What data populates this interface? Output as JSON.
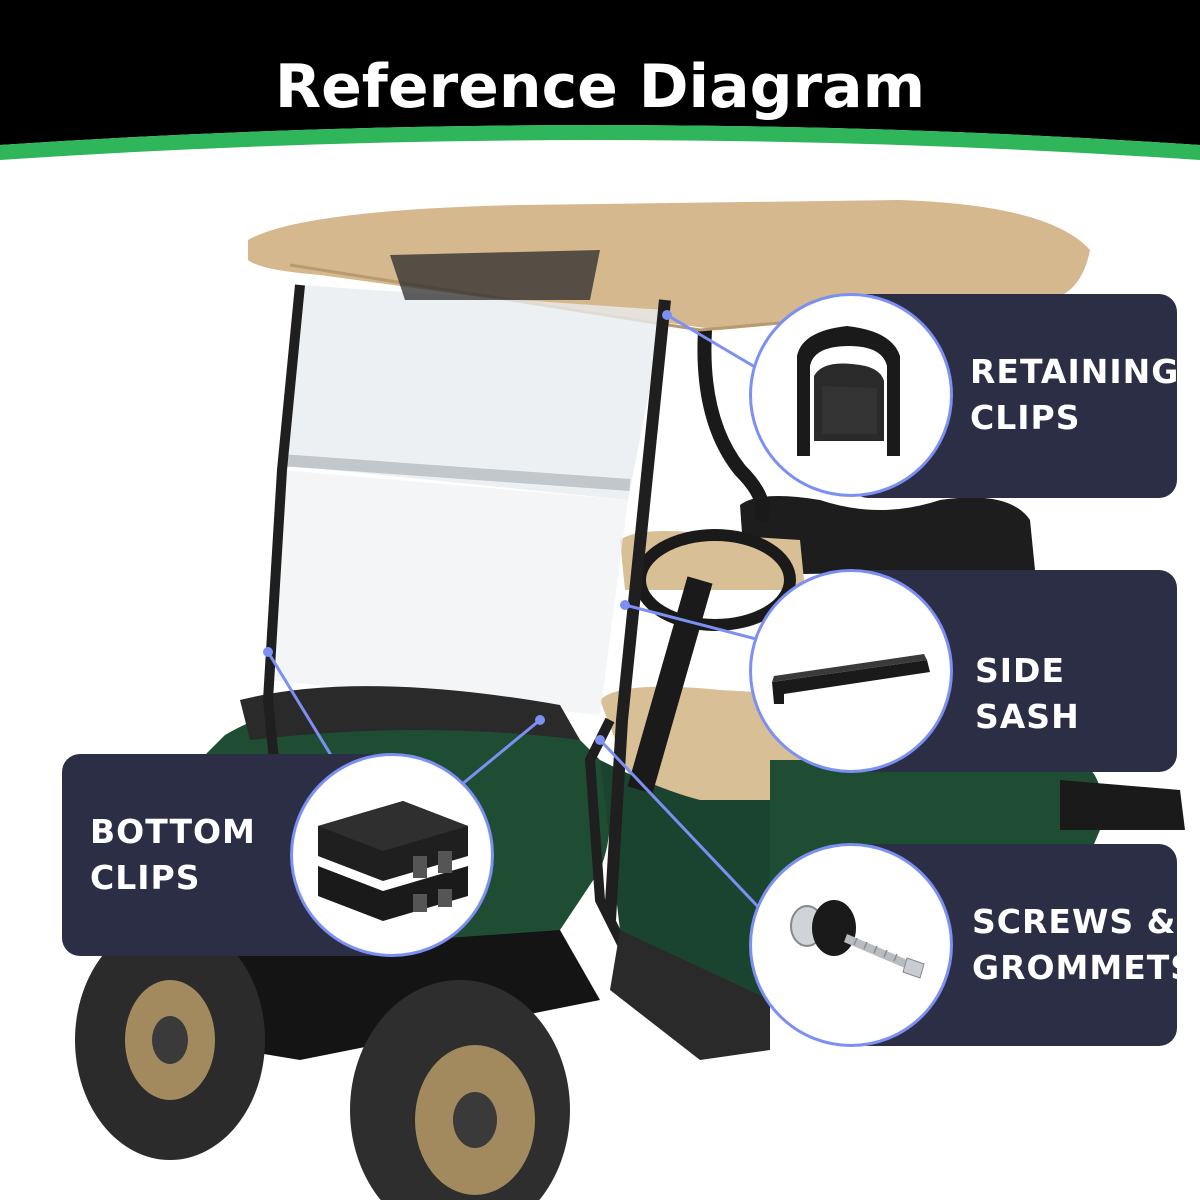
{
  "header": {
    "title": "Reference Diagram",
    "bg_color": "#000000",
    "accent_color": "#2fb55a"
  },
  "callouts": {
    "retaining_clips": {
      "line1": "RETAINING",
      "line2": "CLIPS"
    },
    "side_sash": {
      "line1": "SIDE SASH"
    },
    "bottom_clips": {
      "line1": "BOTTOM",
      "line2": "CLIPS"
    },
    "screws_grommets": {
      "line1": "SCREWS &",
      "line2": "GROMMETS"
    }
  },
  "colors": {
    "panel": "#2b2e44",
    "circle_border": "#7c8ff2",
    "cart_body": "#1f4d33",
    "roof": "#d6b88e",
    "seat": "#d9bf95"
  }
}
